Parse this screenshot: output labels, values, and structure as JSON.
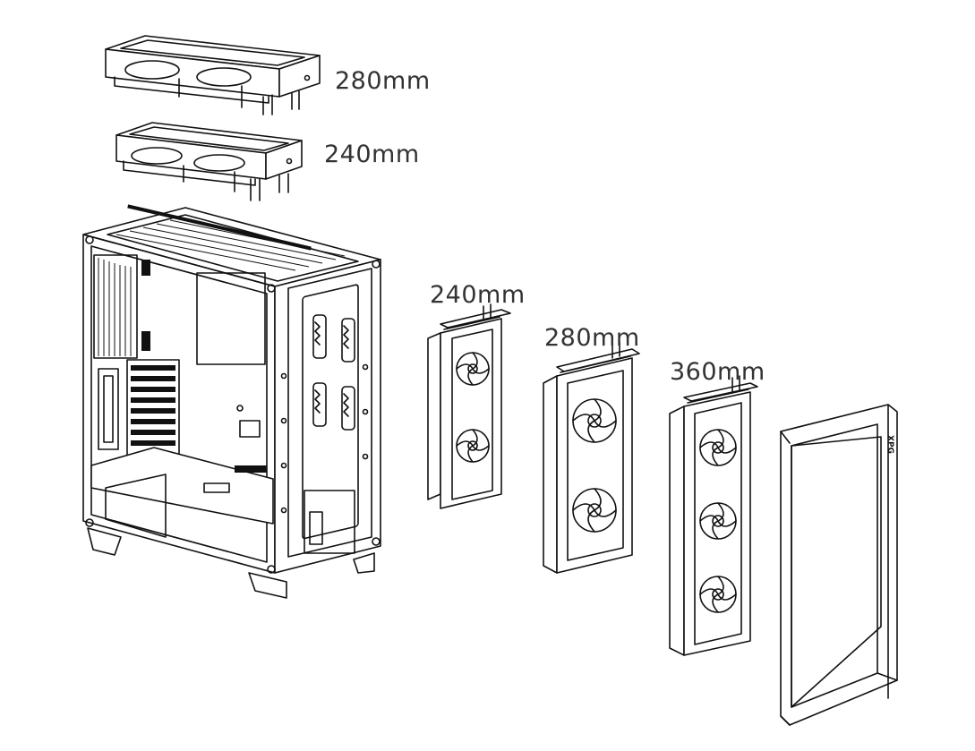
{
  "labels": {
    "top_rad_280": "280mm",
    "top_rad_240": "240mm",
    "front_rad_240": "240mm",
    "front_rad_280": "280mm",
    "front_rad_360": "360mm"
  },
  "brand_mark": "XPG",
  "colors": {
    "line": "#111111",
    "label": "#333333",
    "background": "#ffffff"
  }
}
